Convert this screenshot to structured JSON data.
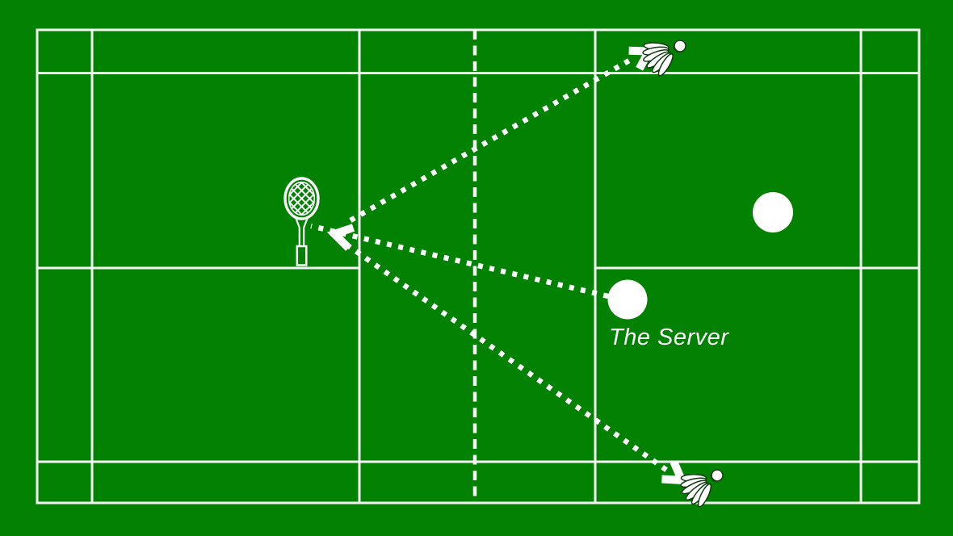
{
  "diagram": {
    "labels": {
      "server": "The Server"
    },
    "colors": {
      "background": "#038103",
      "court_line": "#f5f5f5",
      "accent_white": "#ffffff",
      "shuttle_outline": "#0e3a0e"
    },
    "icons": {
      "racket": "badminton-racket-icon",
      "shuttle_top": "shuttlecock-icon",
      "shuttle_bottom": "shuttlecock-icon",
      "arrowheads": "arrowhead-chevron-icon"
    },
    "markers": {
      "server_marker": "player-circle",
      "partner_marker": "player-circle"
    }
  }
}
